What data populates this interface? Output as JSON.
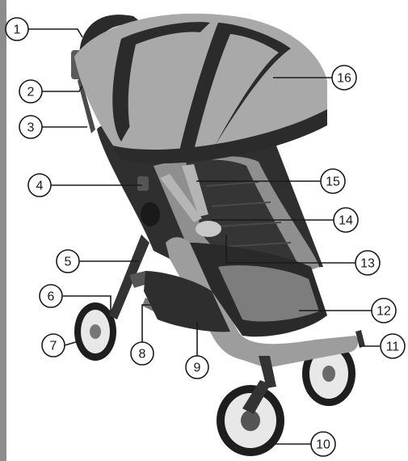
{
  "colors": {
    "edge_bar": "#8c8c8c",
    "canopy_light": "#a9a9a9",
    "canopy_dark": "#2b2b2b",
    "frame": "#9d9d9d",
    "seat_dark": "#2f2f2f",
    "wheel": "#1e1e1e",
    "hub": "#e8e8e8"
  },
  "callouts": [
    {
      "id": "1",
      "label": "1"
    },
    {
      "id": "2",
      "label": "2"
    },
    {
      "id": "3",
      "label": "3"
    },
    {
      "id": "4",
      "label": "4"
    },
    {
      "id": "5",
      "label": "5"
    },
    {
      "id": "6",
      "label": "6"
    },
    {
      "id": "7",
      "label": "7"
    },
    {
      "id": "8",
      "label": "8"
    },
    {
      "id": "9",
      "label": "9"
    },
    {
      "id": "10",
      "label": "10"
    },
    {
      "id": "11",
      "label": "11"
    },
    {
      "id": "12",
      "label": "12"
    },
    {
      "id": "13",
      "label": "13"
    },
    {
      "id": "14",
      "label": "14"
    },
    {
      "id": "15",
      "label": "15"
    },
    {
      "id": "16",
      "label": "16"
    }
  ]
}
